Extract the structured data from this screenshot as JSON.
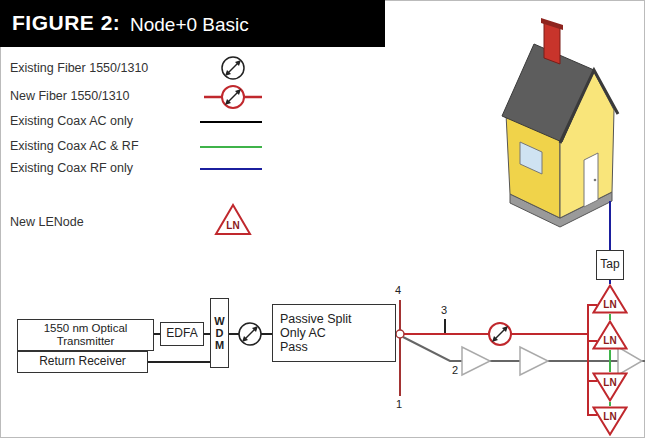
{
  "diagram": {
    "title": "FIGURE 2:",
    "nodes": [
      {
        "text": [
          "Tap"
        ]
      },
      {
        "text": [
          "1550 nm Optical Transmitter"
        ]
      },
      {
        "text": [
          "EDFA"
        ]
      },
      {
        "text": [
          "W D M"
        ]
      },
      {
        "text": [
          "Return Receiver"
        ]
      },
      {
        "text": [
          "Passive Split Only AC Pass"
        ]
      },
      {
        "text": [
          "LN"
        ]
      },
      {
        "text": [
          "LN"
        ]
      },
      {
        "text": [
          "LN"
        ]
      },
      {
        "text": [
          "LN"
        ]
      }
    ],
    "edges": [
      {
        "from": 1,
        "to": 2,
        "arrow": "none"
      },
      {
        "from": 2,
        "to": 3,
        "arrow": "none"
      },
      {
        "from": 4,
        "to": 3,
        "arrow": "none"
      },
      {
        "from": 3,
        "to": 5,
        "arrow": "none"
      },
      {
        "from": 5,
        "to": 6,
        "arrow": "none"
      },
      {
        "from": 5,
        "to": 7,
        "arrow": "none"
      },
      {
        "from": 5,
        "to": 8,
        "arrow": "none"
      },
      {
        "from": 5,
        "to": 9,
        "arrow": "none"
      },
      {
        "from": 0,
        "to": 6,
        "arrow": "none"
      },
      {
        "from": 6,
        "to": 7,
        "arrow": "none"
      },
      {
        "from": 8,
        "to": 9,
        "arrow": "none"
      }
    ],
    "labels": [
      "Node+0 Basic",
      "LN",
      "4",
      "3",
      "2",
      "1"
    ],
    "legend": [
      {
        "text": "Existing Fiber 1550/1310"
      },
      {
        "text": "New Fiber 1550/1310"
      },
      {
        "text": "Existing Coax AC only",
        "color": "#000000"
      },
      {
        "text": "Existing Coax AC & RF",
        "color": "#3fb34a"
      },
      {
        "text": "Existing Coax RF only",
        "color": "#1b1f9e"
      },
      {
        "text": "New LENode"
      }
    ]
  }
}
